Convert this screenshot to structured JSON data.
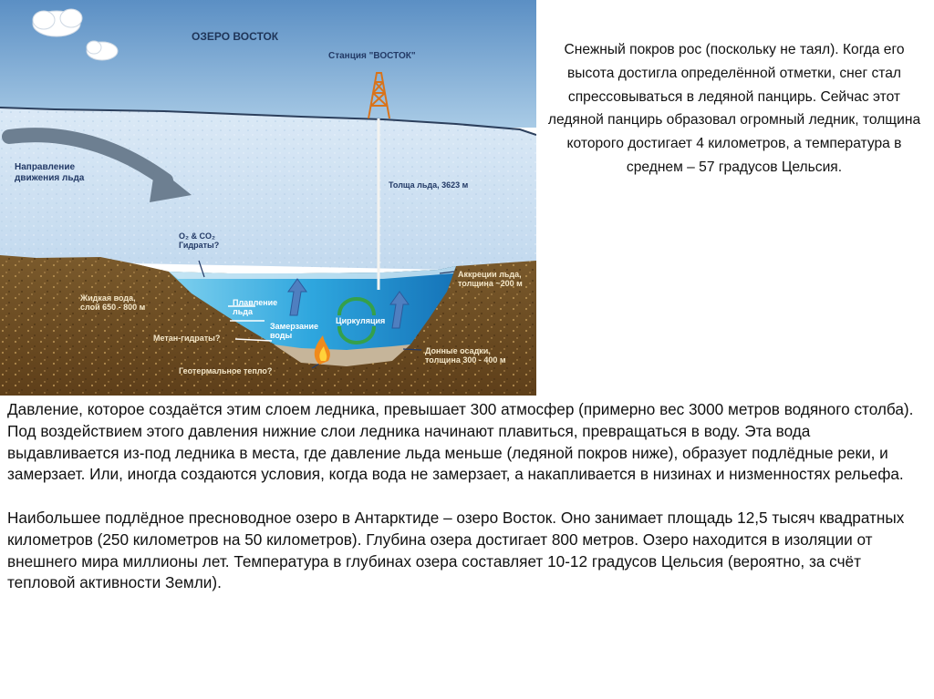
{
  "diagram": {
    "title": "ОЗЕРО ВОСТОК",
    "station": "Станция \"ВОСТОК\"",
    "ice_direction": [
      "Направление",
      "движения льда"
    ],
    "ice_thickness": "Толща льда, 3623 м",
    "gas_hydrates": [
      "O₂ & CO₂",
      "Гидраты?"
    ],
    "accretion_ice": [
      "Аккреции льда,",
      "толщина ~200 м"
    ],
    "liquid_water": [
      "Жидкая вода,",
      "слой 650 - 800 м"
    ],
    "melting_ice": [
      "Плавление",
      "льда"
    ],
    "freezing_water": [
      "Замерзание",
      "воды"
    ],
    "circulation": "Циркуляция",
    "methane_hydrates": "Метан-гидраты?",
    "sediments": [
      "Донные осадки,",
      "толщина 300 - 400 м"
    ],
    "geothermal": "Геотермальное тепло?"
  },
  "side_text": "Снежный покров рос (поскольку не таял). Когда его высота достигла определённой отметки, снег стал спрессовываться в ледяной панцирь. Сейчас этот ледяной панцирь образовал огромный ледник, толщина которого достигает 4 километров, а температура в среднем – 57 градусов Цельсия.",
  "paragraphs": [
    "Давление, которое создаётся этим слоем ледника, превышает 300 атмосфер (примерно вес 3000 метров водяного столба). Под воздействием этого давления нижние слои ледника начинают плавиться, превращаться в воду. Эта вода выдавливается из-под ледника в места, где давление льда меньше (ледяной покров ниже), образует подлёдные реки, и замерзает. Или, иногда создаются условия, когда вода не замерзает, а накапливается в низинах и низменностях рельефа.",
    "Наибольшее подлёдное пресноводное озеро в Антарктиде – озеро Восток. Оно занимает площадь 12,5 тысяч квадратных километров (250 километров на 50 километров). Глубина озера достигает 800 метров. Озеро находится в изоляции от внешнего мира миллионы лет. Температура в глубинах озера составляет 10-12 градусов Цельсия (вероятно, за счёт тепловой активности Земли)."
  ]
}
